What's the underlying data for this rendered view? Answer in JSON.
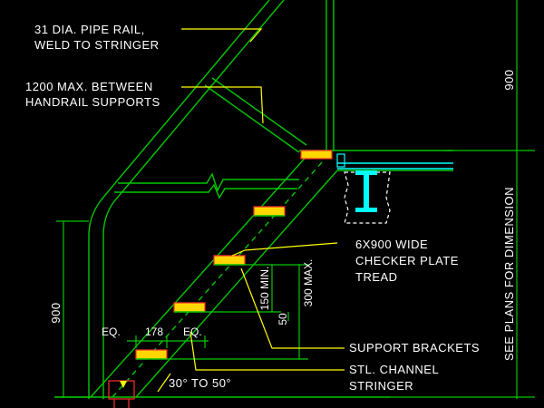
{
  "labels": {
    "pipe_rail_1": "31 DIA. PIPE RAIL,",
    "pipe_rail_2": "WELD TO STRINGER",
    "max_between_1": "1200 MAX. BETWEEN",
    "max_between_2": "HANDRAIL SUPPORTS",
    "tread_1": "6X900 WIDE",
    "tread_2": "CHECKER PLATE",
    "tread_3": "TREAD",
    "support_brackets": "SUPPORT BRACKETS",
    "channel_1": "STL. CHANNEL",
    "channel_2": "STRINGER",
    "angle": "30° TO 50°",
    "see_plans": "SEE PLANS FOR DIMENSION"
  },
  "dimensions": {
    "rail_height_top": "900",
    "rail_height_left": "900",
    "rise_min": "150",
    "rise_min_unit": "MIN.",
    "rise_max": "300",
    "rise_max_unit": "MAX.",
    "eq_left": "EQ.",
    "tread_depth": "178",
    "eq_right": "EQ.",
    "nosing": "50"
  },
  "colors": {
    "background": "#000000",
    "stringer": "#00c800",
    "leader": "#ffff00",
    "text": "#ffffff",
    "tread_fill": "#ffd700",
    "tread_edge": "#ff3030",
    "beam": "#00ffff",
    "concrete": "#ffffff"
  }
}
